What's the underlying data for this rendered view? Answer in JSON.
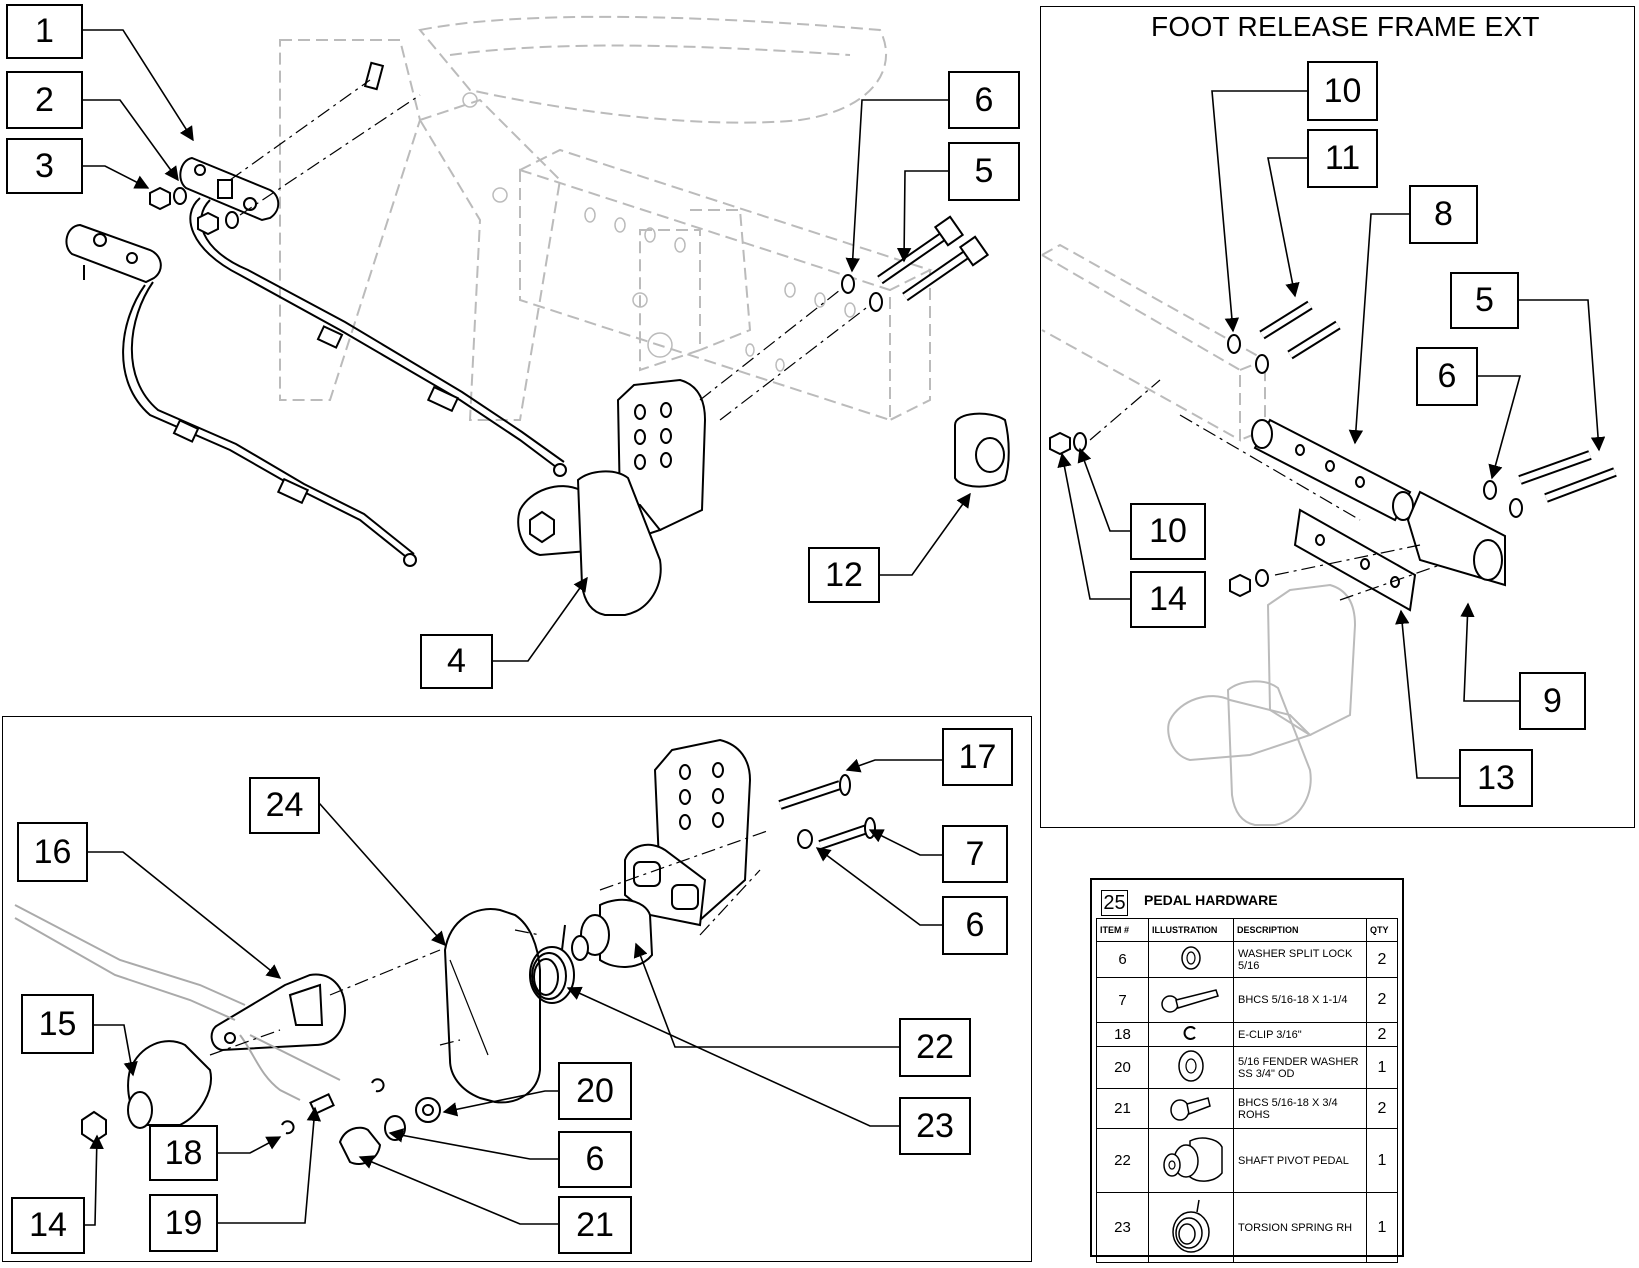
{
  "panels": {
    "foot_release": {
      "title": "FOOT RELEASE FRAME EXT"
    }
  },
  "callouts": {
    "c1": "1",
    "c2": "2",
    "c3": "3",
    "c4": "4",
    "c5a": "5",
    "c6a": "6",
    "c12": "12",
    "c10a": "10",
    "c11": "11",
    "c8": "8",
    "c5b": "5",
    "c6b": "6",
    "c10b": "10",
    "c14a": "14",
    "c9": "9",
    "c13": "13",
    "c17": "17",
    "c24": "24",
    "c16": "16",
    "c7": "7",
    "c6c": "6",
    "c15": "15",
    "c22": "22",
    "c20": "20",
    "c23": "23",
    "c18": "18",
    "c6d": "6",
    "c14b": "14",
    "c19": "19",
    "c21": "21"
  },
  "hardware_table": {
    "number": "25",
    "title": "PEDAL HARDWARE",
    "headers": {
      "item": "ITEM #",
      "illustration": "ILLUSTRATION",
      "description": "DESCRIPTION",
      "qty": "QTY"
    },
    "rows": [
      {
        "item": "6",
        "description": "WASHER SPLIT LOCK 5/16",
        "qty": "2",
        "icon": "split-washer-icon"
      },
      {
        "item": "7",
        "description": "BHCS 5/16-18 X 1-1/4",
        "qty": "2",
        "icon": "long-bolt-icon"
      },
      {
        "item": "18",
        "description": "E-CLIP 3/16\"",
        "qty": "2",
        "icon": "e-clip-icon"
      },
      {
        "item": "20",
        "description": "5/16 FENDER WASHER SS 3/4\" OD",
        "qty": "1",
        "icon": "fender-washer-icon"
      },
      {
        "item": "21",
        "description": "BHCS 5/16-18 X 3/4 ROHS",
        "qty": "2",
        "icon": "short-bolt-icon"
      },
      {
        "item": "22",
        "description": "SHAFT PIVOT PEDAL",
        "qty": "1",
        "icon": "pivot-shaft-icon"
      },
      {
        "item": "23",
        "description": "TORSION SPRING RH",
        "qty": "1",
        "icon": "torsion-spring-icon"
      }
    ]
  }
}
